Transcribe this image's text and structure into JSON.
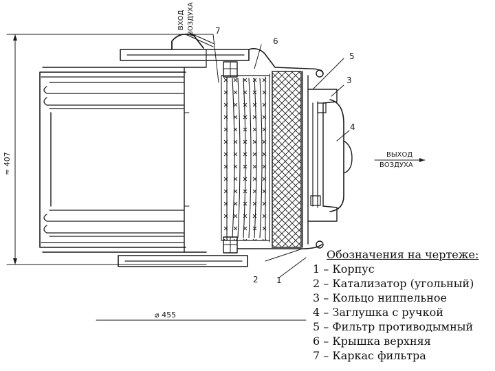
{
  "drawing": {
    "inlet_label": [
      "ВХОД",
      "ВОЗДУХА"
    ],
    "outlet_label": [
      "ВЫХОД",
      "ВОЗДУХА"
    ],
    "height_dim": "≈ 407",
    "diameter_dim": "⌀ 455",
    "callouts": [
      "1",
      "2",
      "3",
      "4",
      "5",
      "6",
      "7"
    ]
  },
  "legend": {
    "title": "Обозначения на чертеже:",
    "items": [
      "1 – Корпус",
      "2 – Катализатор (угольный)",
      "3 – Кольцо ниппельное",
      "4 – Заглушка с ручкой",
      "5 – Фильтр противодымный",
      "6 – Крышка верхняя",
      "7 – Каркас фильтра"
    ]
  }
}
